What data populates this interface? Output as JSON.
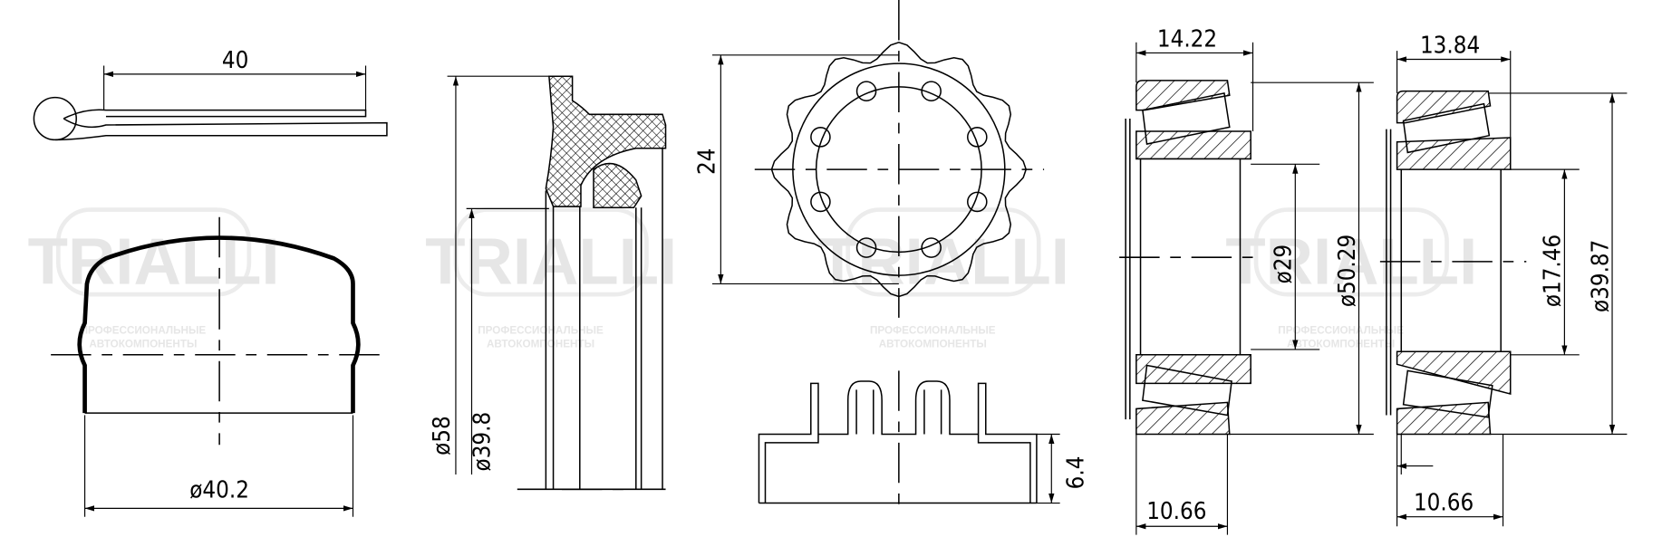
{
  "watermark": {
    "brand": "TRIALLI",
    "line1": "ПРОФЕССИОНАЛЬНЫЕ",
    "line2": "АВТОКОМПОНЕНТЫ"
  },
  "cotter_pin": {
    "length": "40"
  },
  "cap": {
    "diameter": "ø40.2"
  },
  "seal": {
    "outer_diameter": "ø58",
    "inner_diameter": "ø39.8"
  },
  "nut_retainer": {
    "across": "24",
    "height": "6.4"
  },
  "bearing_outer": {
    "width": "14.22",
    "bore": "ø29",
    "outer_diameter": "ø50.29",
    "cup_width": "10.66"
  },
  "bearing_inner": {
    "width": "13.84",
    "bore": "ø17.46",
    "outer_diameter": "ø39.87",
    "cup_width": "10.66"
  }
}
